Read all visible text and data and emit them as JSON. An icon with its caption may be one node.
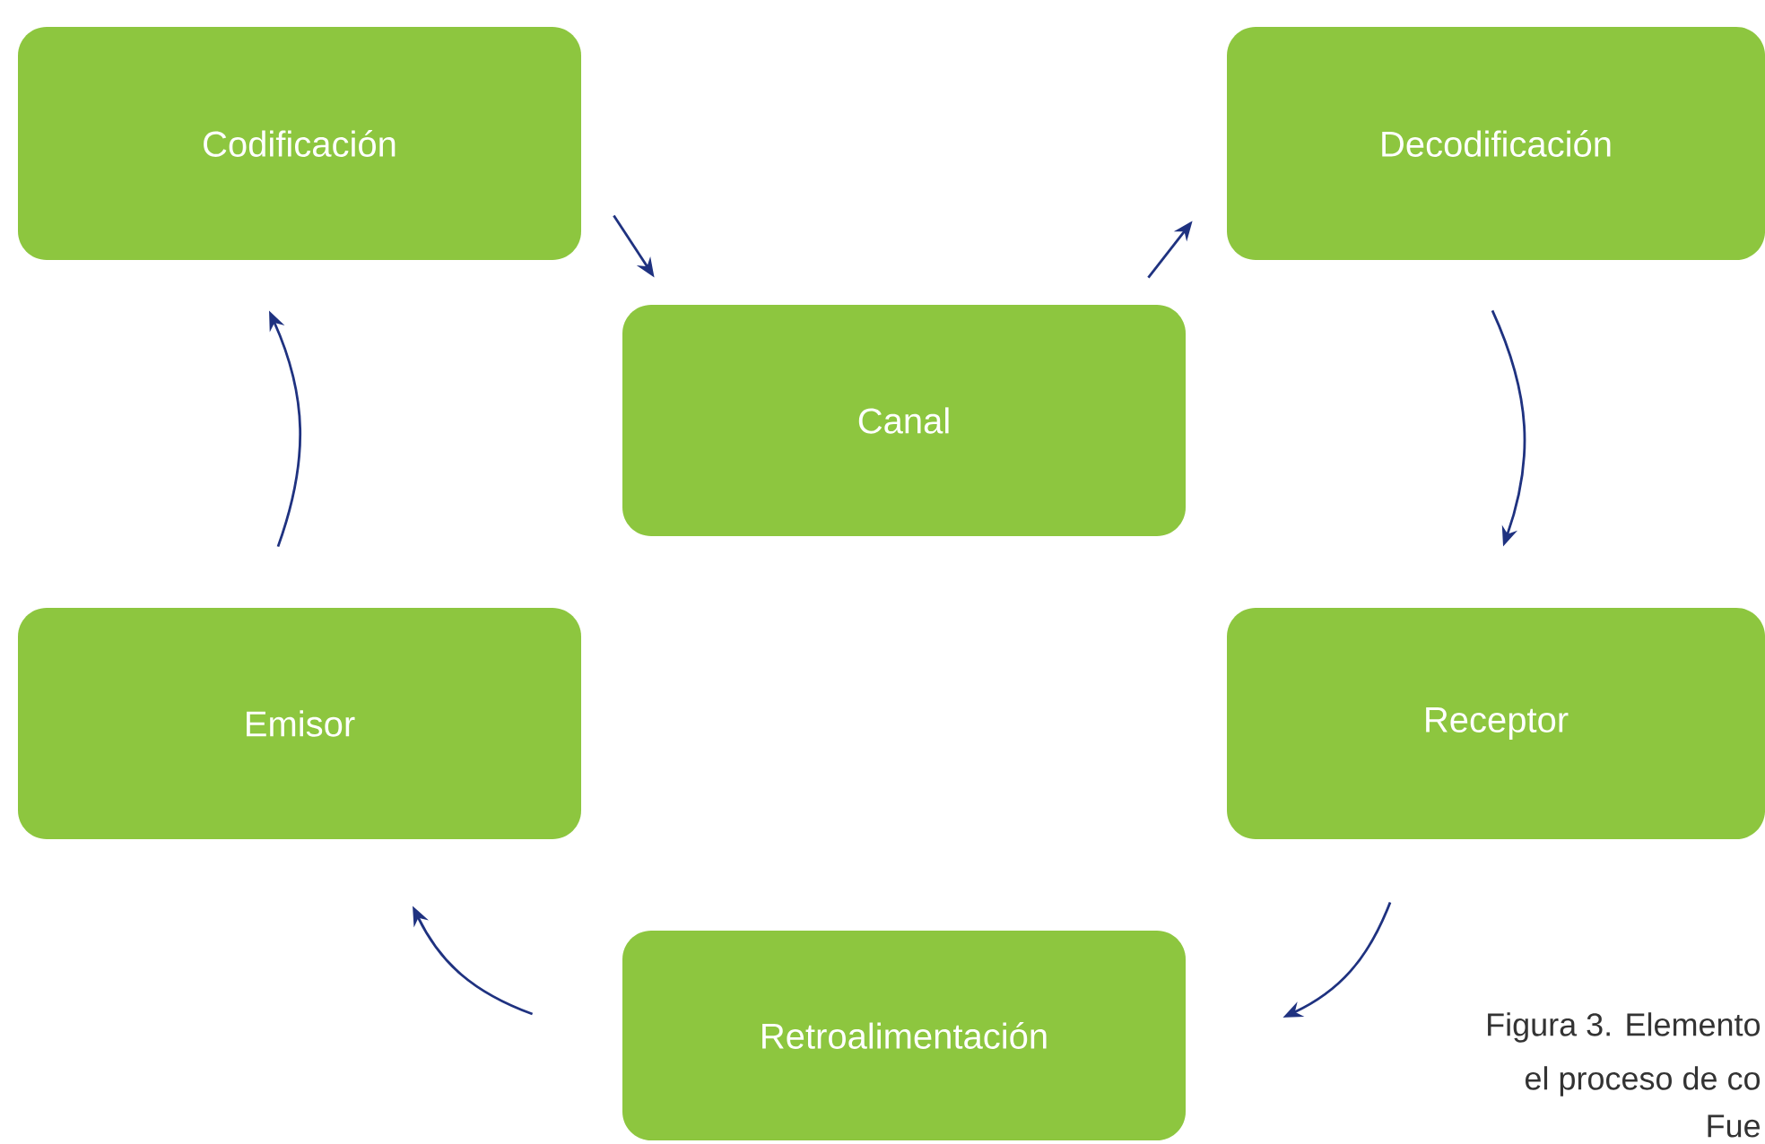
{
  "diagram": {
    "nodes": [
      {
        "text": [
          "Codificación"
        ]
      },
      {
        "text": [
          "Decodificación"
        ]
      },
      {
        "text": [
          "Canal"
        ]
      },
      {
        "text": [
          "Emisor"
        ]
      },
      {
        "text": [
          "Receptor"
        ]
      },
      {
        "text": [
          "Retroalimentación"
        ]
      }
    ],
    "edges": [
      {
        "from": 3,
        "to": 0,
        "arrow": "to"
      },
      {
        "from": 0,
        "to": 2,
        "arrow": "to"
      },
      {
        "from": 2,
        "to": 1,
        "arrow": "to"
      },
      {
        "from": 1,
        "to": 4,
        "arrow": "to"
      },
      {
        "from": 4,
        "to": 5,
        "arrow": "to"
      },
      {
        "from": 5,
        "to": 3,
        "arrow": "to"
      }
    ],
    "labels": [
      "Figura 3. Elemento",
      "el proceso de co",
      "Fue"
    ]
  }
}
